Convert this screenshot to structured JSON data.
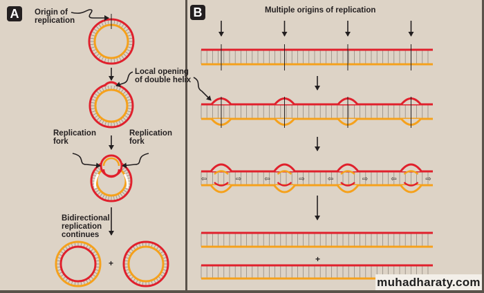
{
  "panel_a": {
    "badge": "A",
    "labels": {
      "origin": "Origin of\nreplication",
      "local_opening": "Local opening\nof double helix",
      "fork_left": "Replication\nfork",
      "fork_right": "Replication\nfork",
      "bidirectional": "Bidirectional\nreplication\ncontinues",
      "plus": "+"
    }
  },
  "panel_b": {
    "badge": "B",
    "title": "Multiple origins of replication",
    "origin_count": 4,
    "plus": "+"
  },
  "colors": {
    "parent_strand": "#e0202c",
    "new_strand": "#f5a11c",
    "background": "#ddd3c6",
    "text": "#231f20"
  },
  "watermark": "muhadharaty.com"
}
